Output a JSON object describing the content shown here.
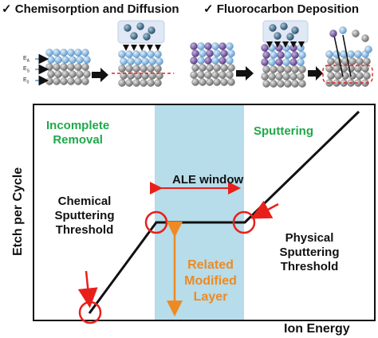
{
  "headers": {
    "left_check": "✓",
    "left": "Chemisorption and Diffusion",
    "right_check": "✓",
    "right": "Fluorocarbon Deposition"
  },
  "energy_labels": {
    "ea": "E",
    "ea_sub": "A",
    "es": "E",
    "es_sub": "S",
    "e0": "E",
    "e0_sub": "0"
  },
  "regions": {
    "incomplete_removal": [
      "Incomplete",
      "Removal"
    ],
    "sputtering": "Sputtering"
  },
  "window_label": "ALE window",
  "chemical_threshold": [
    "Chemical",
    "Sputtering",
    "Threshold"
  ],
  "physical_threshold": [
    "Physical",
    "Sputtering",
    "Threshold"
  ],
  "modified_layer": [
    "Related",
    "Modified",
    "Layer"
  ],
  "axes": {
    "ylabel": "Etch per Cycle",
    "xlabel": "Ion Energy"
  },
  "colors": {
    "window_fill": "#b7dcea",
    "arrow_red": "#e8201c",
    "accent_green": "#1fa84a",
    "accent_orange": "#ee8a22",
    "atom_gray": "#8a8a8a",
    "atom_blue": "#8fc1ea",
    "atom_purple": "#7a5aa8"
  },
  "icons": [
    "checkmark-icon",
    "right-arrow-icon",
    "double-headed-arrow-icon",
    "red-pointer-arrow-icon",
    "red-circle-marker-icon",
    "atom-lattice-icon"
  ]
}
